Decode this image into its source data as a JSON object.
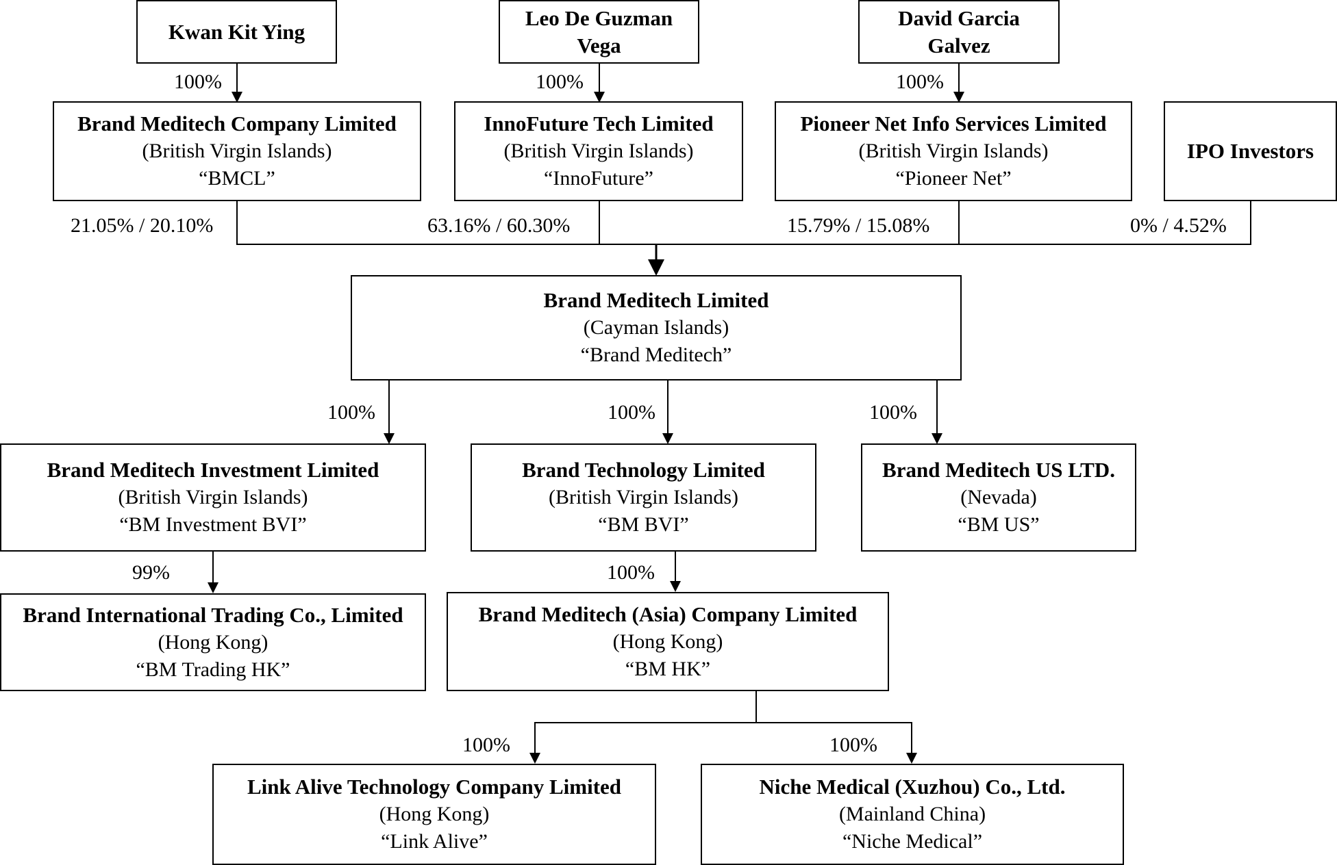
{
  "people": {
    "kwan": "Kwan Kit Ying",
    "leo_l1": "Leo De Guzman",
    "leo_l2": "Vega",
    "david_l1": "David Garcia",
    "david_l2": "Galvez"
  },
  "holdcos": {
    "bmcl": {
      "name": "Brand Meditech Company Limited",
      "jurisdiction": "(British Virgin Islands)",
      "alias": "“BMCL”"
    },
    "innofuture": {
      "name": "InnoFuture Tech Limited",
      "jurisdiction": "(British Virgin Islands)",
      "alias": "“InnoFuture”"
    },
    "pioneer": {
      "name": "Pioneer Net Info Services Limited",
      "jurisdiction": "(British Virgin Islands)",
      "alias": "“Pioneer Net”"
    },
    "ipo": {
      "name": "IPO Investors"
    }
  },
  "parent": {
    "name": "Brand Meditech Limited",
    "jurisdiction": "(Cayman Islands)",
    "alias": "“Brand Meditech”"
  },
  "subs": {
    "bm_investment": {
      "name": "Brand Meditech Investment Limited",
      "jurisdiction": "(British Virgin Islands)",
      "alias": "“BM Investment BVI”"
    },
    "bm_tech": {
      "name": "Brand Technology Limited",
      "jurisdiction": "(British Virgin Islands)",
      "alias": "“BM BVI”"
    },
    "bm_us": {
      "name": "Brand Meditech US LTD.",
      "jurisdiction": "(Nevada)",
      "alias": "“BM US”"
    },
    "bm_trading": {
      "name": "Brand International Trading Co., Limited",
      "jurisdiction": "(Hong Kong)",
      "alias": "“BM Trading HK”"
    },
    "bm_hk": {
      "name": "Brand Meditech (Asia) Company Limited",
      "jurisdiction": "(Hong Kong)",
      "alias": "“BM HK”"
    },
    "link_alive": {
      "name": "Link Alive Technology Company Limited",
      "jurisdiction": "(Hong Kong)",
      "alias": "“Link Alive”"
    },
    "niche": {
      "name": "Niche Medical (Xuzhou) Co., Ltd.",
      "jurisdiction": "(Mainland China)",
      "alias": "“Niche Medical”"
    }
  },
  "ownership": {
    "kwan_bmcl": "100%",
    "leo_inno": "100%",
    "david_pioneer": "100%",
    "bmcl_parent": "21.05% / 20.10%",
    "inno_parent": "63.16% / 60.30%",
    "pioneer_parent": "15.79% / 15.08%",
    "ipo_parent": "0% / 4.52%",
    "parent_investment": "100%",
    "parent_tech": "100%",
    "parent_us": "100%",
    "investment_trading": "99%",
    "tech_hk": "100%",
    "hk_link": "100%",
    "hk_niche": "100%"
  }
}
